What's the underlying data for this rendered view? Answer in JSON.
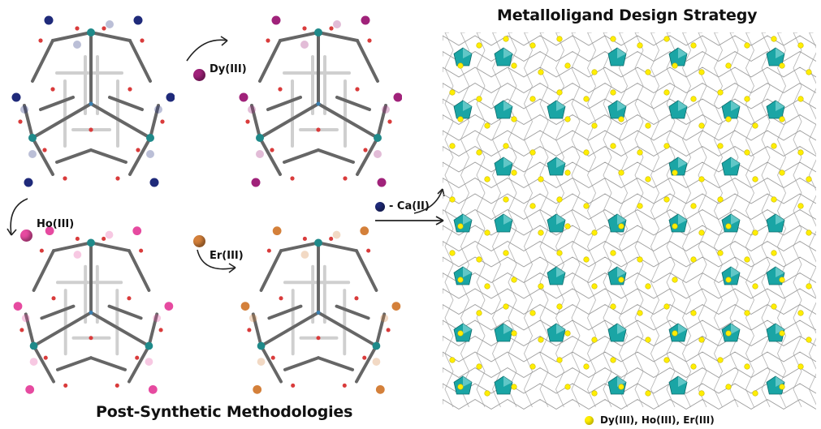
{
  "titles": {
    "top": "Metalloligand Design Strategy",
    "bottom": "Post-Synthetic Methodologies"
  },
  "reagents": {
    "dy": {
      "label": "Dy(III)",
      "color": "#a0227a"
    },
    "ho": {
      "label": "Ho(III)",
      "color": "#e64aa0"
    },
    "er": {
      "label": "Er(III)",
      "color": "#d4803a"
    },
    "ca": {
      "label": "- Ca(II)",
      "color": "#1f2a7a"
    }
  },
  "legend": {
    "label": "Dy(III), Ho(III), Er(III)",
    "color": "#ffee00"
  },
  "colors": {
    "frame": "#666666",
    "oxygen": "#d93b3b",
    "node": "#1f8a8a",
    "polyhedron": "#1aa5a5",
    "ca_ion": "#1f2a7a",
    "dy_ion": "#a0227a",
    "ho_ion": "#e64aa0",
    "er_ion": "#d4803a"
  }
}
